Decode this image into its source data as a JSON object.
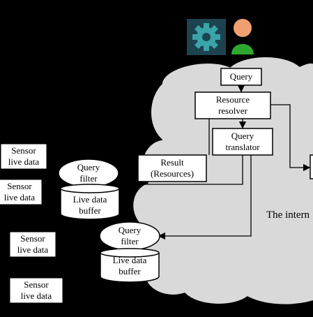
{
  "icons": {
    "settings": "gear-icon",
    "user": "user-icon"
  },
  "colors": {
    "background": "#000000",
    "cloud_fill": "#d9d9d9",
    "gear_bg": "#1d4350",
    "gear": "#3aa4a8",
    "user_head": "#f0a070",
    "user_body": "#2fa82f"
  },
  "query_box": "Query",
  "resource_resolver": {
    "line1": "Resource",
    "line2": "resolver"
  },
  "query_translator": {
    "line1": "Query",
    "line2": "translator"
  },
  "result_box": {
    "line1": "Result",
    "line2": "(Resources)"
  },
  "internet_label": "The intern",
  "gateway_upper": {
    "filter_line1": "Query",
    "filter_line2": "filter",
    "buffer_line1": "Live data",
    "buffer_line2": "buffer"
  },
  "gateway_lower": {
    "filter_line1": "Query",
    "filter_line2": "filter",
    "buffer_line1": "Live data",
    "buffer_line2": "buffer"
  },
  "sensors": [
    {
      "line1": "Sensor",
      "line2": "live data"
    },
    {
      "line1": "Sensor",
      "line2": "live data"
    },
    {
      "line1": "Sensor",
      "line2": "live data"
    },
    {
      "line1": "Sensor",
      "line2": "live data"
    }
  ]
}
